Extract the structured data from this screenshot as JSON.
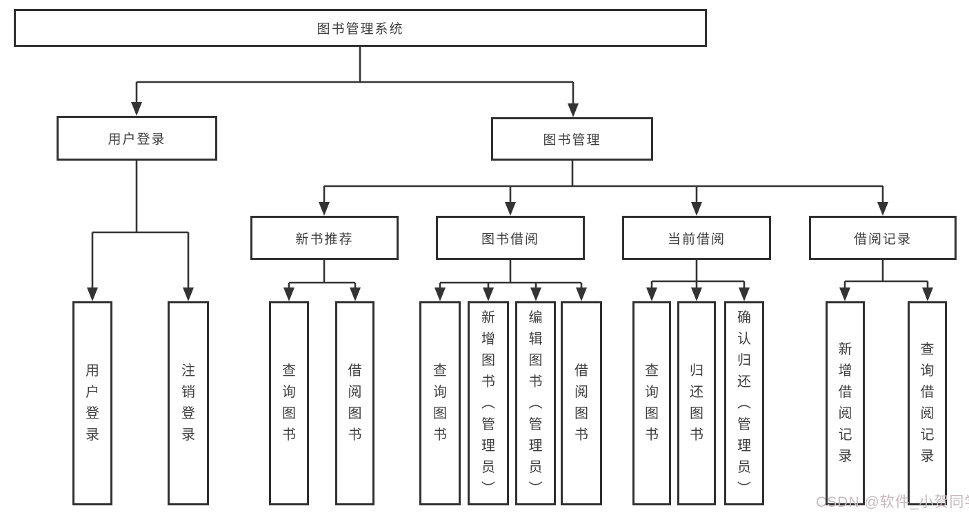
{
  "diagram": {
    "root": {
      "label": "图书管理系统"
    },
    "branches": [
      {
        "label": "用户登录",
        "children": [
          "用户登录",
          "注销登录"
        ]
      },
      {
        "label": "图书管理",
        "sections": [
          {
            "label": "新书推荐",
            "children": [
              "查询图书",
              "借阅图书"
            ]
          },
          {
            "label": "图书借阅",
            "children": [
              "查询图书",
              "新增图书（管理员）",
              "编辑图书（管理员）",
              "借阅图书"
            ]
          },
          {
            "label": "当前借阅",
            "children": [
              "查询图书",
              "归还图书",
              "确认归还（管理员）"
            ]
          },
          {
            "label": "借阅记录",
            "children": [
              "新增借阅记录",
              "查询借阅记录"
            ]
          }
        ]
      }
    ]
  },
  "watermark": {
    "text": "CSDN @软件_小贺同学"
  },
  "colors": {
    "line": "#333333",
    "box_border": "#303030",
    "box_fill": "#ffffff",
    "text": "#3d3d3d",
    "watermark": "#c9b9bf"
  }
}
